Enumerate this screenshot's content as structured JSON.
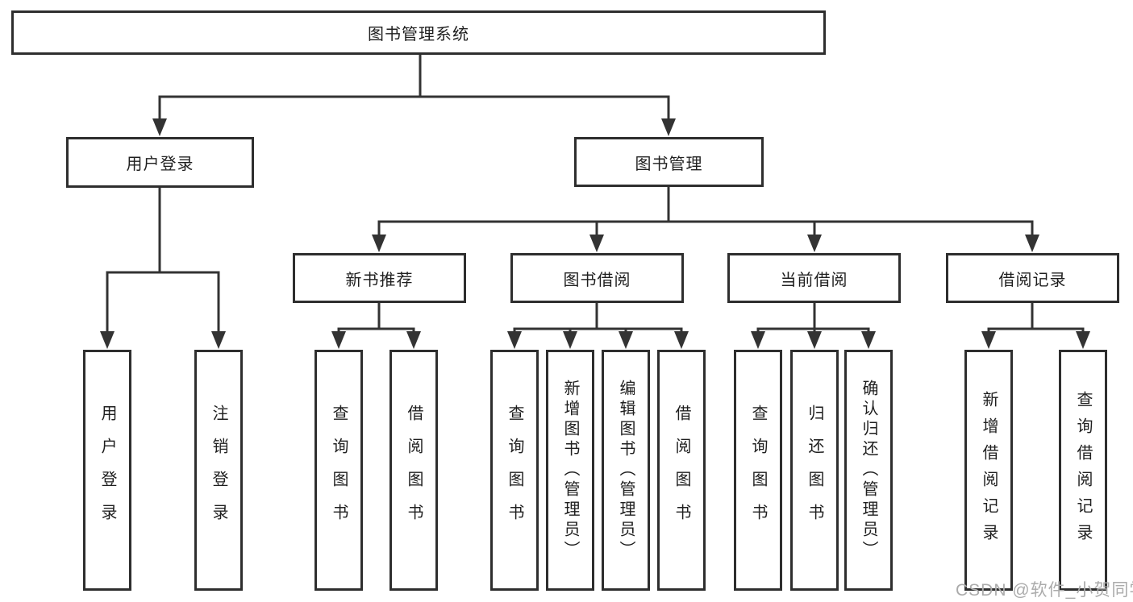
{
  "tree": {
    "root": {
      "label": "图书管理系统",
      "children": [
        {
          "label": "用户登录",
          "children": [
            {
              "label": "用户登录"
            },
            {
              "label": "注销登录"
            }
          ]
        },
        {
          "label": "图书管理",
          "children": [
            {
              "label": "新书推荐",
              "children": [
                {
                  "label": "查询图书"
                },
                {
                  "label": "借阅图书"
                }
              ]
            },
            {
              "label": "图书借阅",
              "children": [
                {
                  "label": "查询图书"
                },
                {
                  "label": "新增图书（管理员）"
                },
                {
                  "label": "编辑图书（管理员）"
                },
                {
                  "label": "借阅图书"
                }
              ]
            },
            {
              "label": "当前借阅",
              "children": [
                {
                  "label": "查询图书"
                },
                {
                  "label": "归还图书"
                },
                {
                  "label": "确认归还（管理员）"
                }
              ]
            },
            {
              "label": "借阅记录",
              "children": [
                {
                  "label": "新增借阅记录"
                },
                {
                  "label": "查询借阅记录"
                }
              ]
            }
          ]
        }
      ]
    }
  },
  "watermark": {
    "text": "CSDN @软件_小贺同学"
  },
  "colors": {
    "line": "#333333",
    "box_border": "#2e2e2e",
    "text": "#1f1f1f",
    "watermark": "#ababab",
    "background": "#ffffff"
  }
}
